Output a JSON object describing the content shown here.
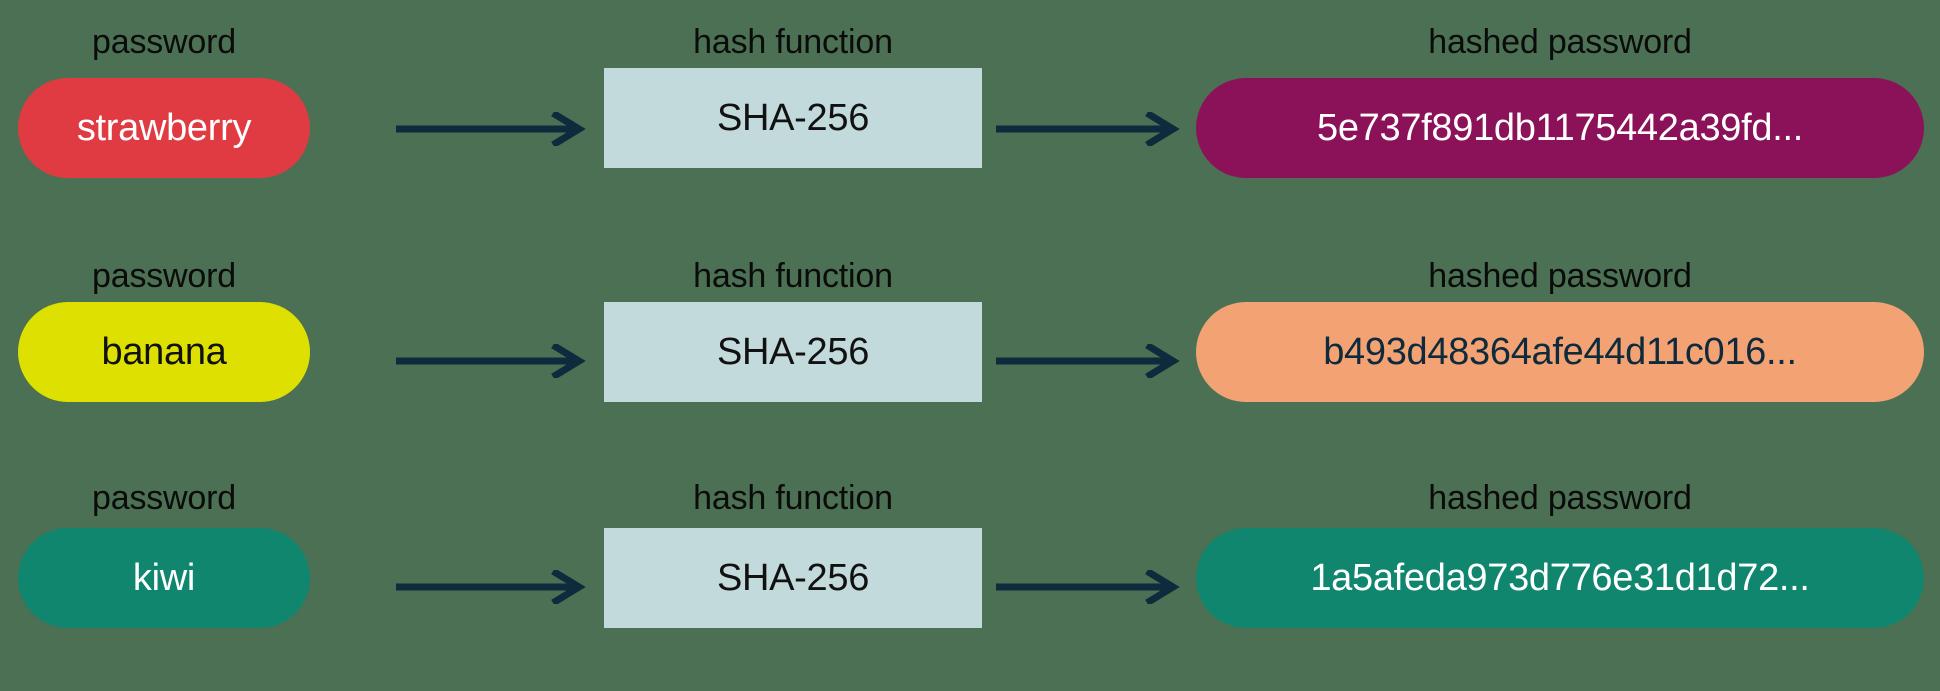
{
  "background_color": "#4b7053",
  "palette": {
    "arrow": "#0e2a3c",
    "hash_box_bg": "#c2dadc",
    "caption_text": "#0b0b0b",
    "fn_text": "#111111"
  },
  "columns": {
    "input_caption": "password",
    "function_caption": "hash function",
    "output_caption": "hashed password"
  },
  "rows": [
    {
      "input_label": "password",
      "input_value": "strawberry",
      "input_bg": "#e03a42",
      "input_text_color": "#ffffff",
      "function_label": "hash function",
      "function_value": "SHA-256",
      "output_label": "hashed password",
      "output_value": "5e737f891db1175442a39fd...",
      "output_bg": "#8b1159",
      "output_text_color": "#ffffff"
    },
    {
      "input_label": "password",
      "input_value": "banana",
      "input_bg": "#dde000",
      "input_text_color": "#111111",
      "function_label": "hash function",
      "function_value": "SHA-256",
      "output_label": "hashed password",
      "output_value": "b493d48364afe44d11c016...",
      "output_bg": "#f3a373",
      "output_text_color": "#0e2a3c"
    },
    {
      "input_label": "password",
      "input_value": "kiwi",
      "input_bg": "#10866f",
      "input_text_color": "#ffffff",
      "function_label": "hash function",
      "function_value": "SHA-256",
      "output_label": "hashed password",
      "output_value": "1a5afeda973d776e31d1d72...",
      "output_bg": "#10866f",
      "output_text_color": "#ffffff"
    }
  ],
  "arrows": {
    "input_to_function": "arrow-right",
    "function_to_output": "arrow-right"
  }
}
